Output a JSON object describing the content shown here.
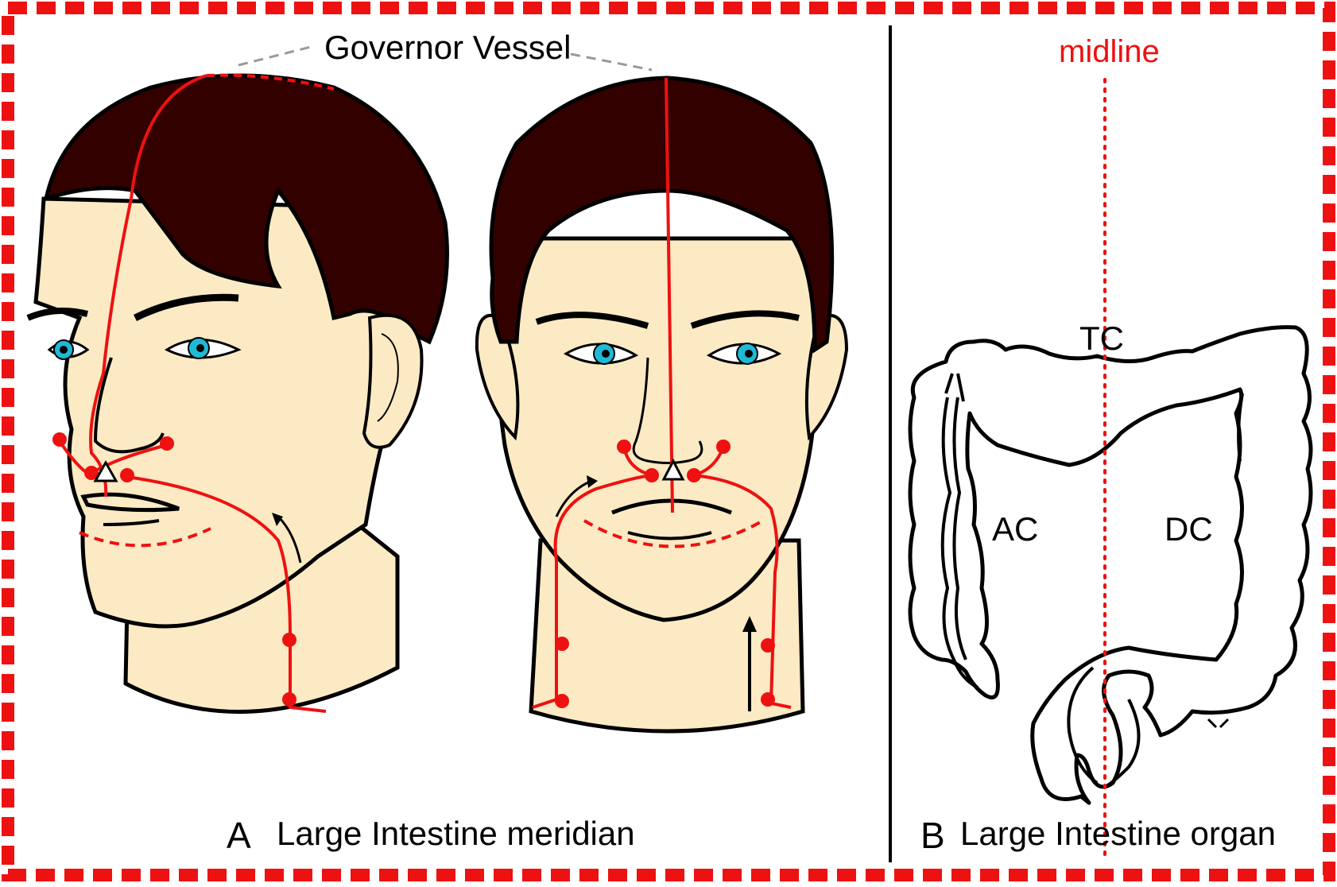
{
  "labels": {
    "governor_vessel": "Governor Vessel",
    "midline": "midline",
    "panel_a_letter": "A",
    "panel_a_title": "Large Intestine meridian",
    "panel_b_letter": "B",
    "panel_b_title": "Large Intestine organ",
    "tc": "TC",
    "ac": "AC",
    "dc": "DC"
  },
  "colors": {
    "frame_red": "#ee1111",
    "hair": "#330000",
    "skin": "#fbeac4",
    "meridian": "#ee1111",
    "iris": "#1fb9d6",
    "outline": "#000000"
  }
}
